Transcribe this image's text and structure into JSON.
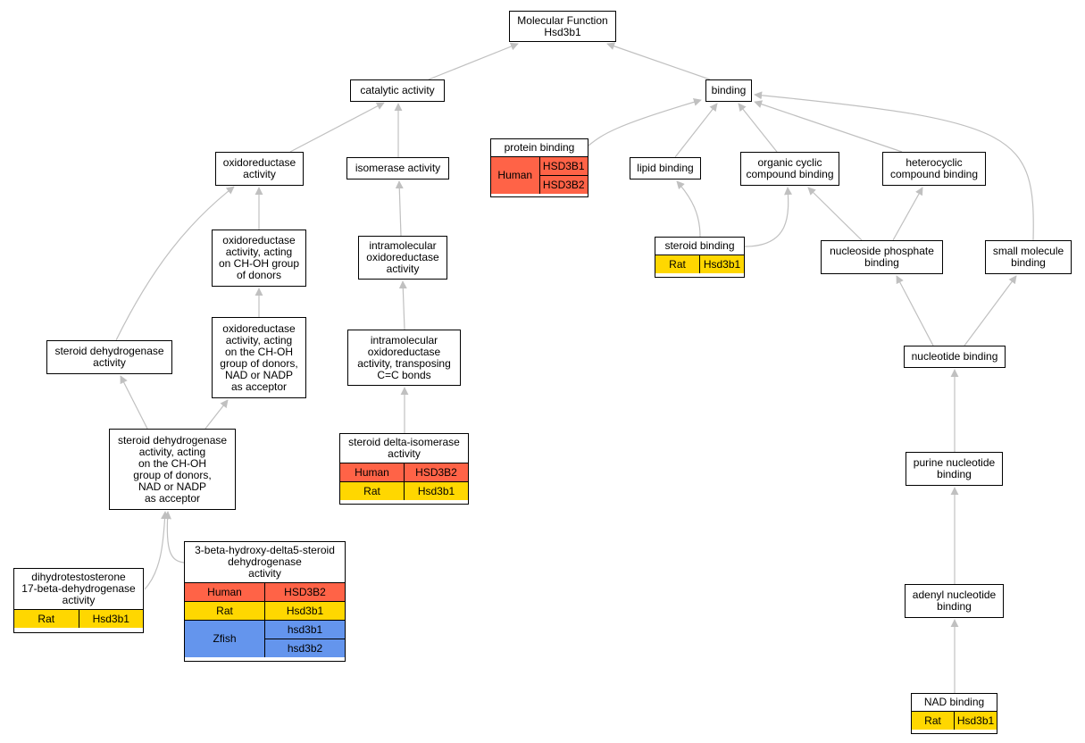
{
  "colors": {
    "human": "#ff6347",
    "rat": "#ffd700",
    "zfish": "#6495ed",
    "edge": "#c0c0c0"
  },
  "nodes": {
    "mf": [
      "Molecular Function",
      "Hsd3b1"
    ],
    "catalytic": [
      "catalytic activity"
    ],
    "binding": [
      "binding"
    ],
    "oxidoreductase": [
      "oxidoreductase",
      "activity"
    ],
    "isomerase": [
      "isomerase activity"
    ],
    "protein_binding": [
      "protein binding"
    ],
    "lipid_binding": [
      "lipid binding"
    ],
    "organic_cyclic": [
      "organic cyclic",
      "compound binding"
    ],
    "heterocyclic": [
      "heterocyclic",
      "compound binding"
    ],
    "ox_choh": [
      "oxidoreductase",
      "activity, acting",
      "on CH-OH group",
      "of donors"
    ],
    "intramolecular": [
      "intramolecular",
      "oxidoreductase",
      "activity"
    ],
    "steroid_binding": [
      "steroid binding"
    ],
    "nucleoside_phosphate": [
      "nucleoside phosphate",
      "binding"
    ],
    "small_molecule": [
      "small molecule",
      "binding"
    ],
    "ox_nadp": [
      "oxidoreductase",
      "activity, acting",
      "on the CH-OH",
      "group of donors,",
      "NAD or NADP",
      "as acceptor"
    ],
    "steroid_dh": [
      "steroid dehydrogenase",
      "activity"
    ],
    "intramolecular_cc": [
      "intramolecular",
      "oxidoreductase",
      "activity, transposing",
      "C=C bonds"
    ],
    "nucleotide_binding": [
      "nucleotide binding"
    ],
    "steroid_dh_nadp": [
      "steroid dehydrogenase",
      "activity, acting",
      "on the CH-OH",
      "group of donors,",
      "NAD or NADP",
      "as acceptor"
    ],
    "steroid_delta": [
      "steroid delta-isomerase",
      "activity"
    ],
    "purine": [
      "purine nucleotide",
      "binding"
    ],
    "beta_hydroxy": [
      "3-beta-hydroxy-delta5-steroid",
      "dehydrogenase",
      "activity"
    ],
    "dht": [
      "dihydrotestosterone",
      "17-beta-dehydrogenase",
      "activity"
    ],
    "adenyl": [
      "adenyl nucleotide",
      "binding"
    ],
    "nad_binding": [
      "NAD binding"
    ]
  },
  "annotations": {
    "protein_binding": [
      {
        "species": "Human",
        "genes": [
          "HSD3B1",
          "HSD3B2"
        ]
      }
    ],
    "steroid_binding": [
      {
        "species": "Rat",
        "genes": [
          "Hsd3b1"
        ]
      }
    ],
    "steroid_delta": [
      {
        "species": "Human",
        "genes": [
          "HSD3B2"
        ]
      },
      {
        "species": "Rat",
        "genes": [
          "Hsd3b1"
        ]
      }
    ],
    "beta_hydroxy": [
      {
        "species": "Human",
        "genes": [
          "HSD3B2"
        ]
      },
      {
        "species": "Rat",
        "genes": [
          "Hsd3b1"
        ]
      },
      {
        "species": "Zfish",
        "genes": [
          "hsd3b1",
          "hsd3b2"
        ]
      }
    ],
    "dht": [
      {
        "species": "Rat",
        "genes": [
          "Hsd3b1"
        ]
      }
    ],
    "nad_binding": [
      {
        "species": "Rat",
        "genes": [
          "Hsd3b1"
        ]
      }
    ]
  }
}
